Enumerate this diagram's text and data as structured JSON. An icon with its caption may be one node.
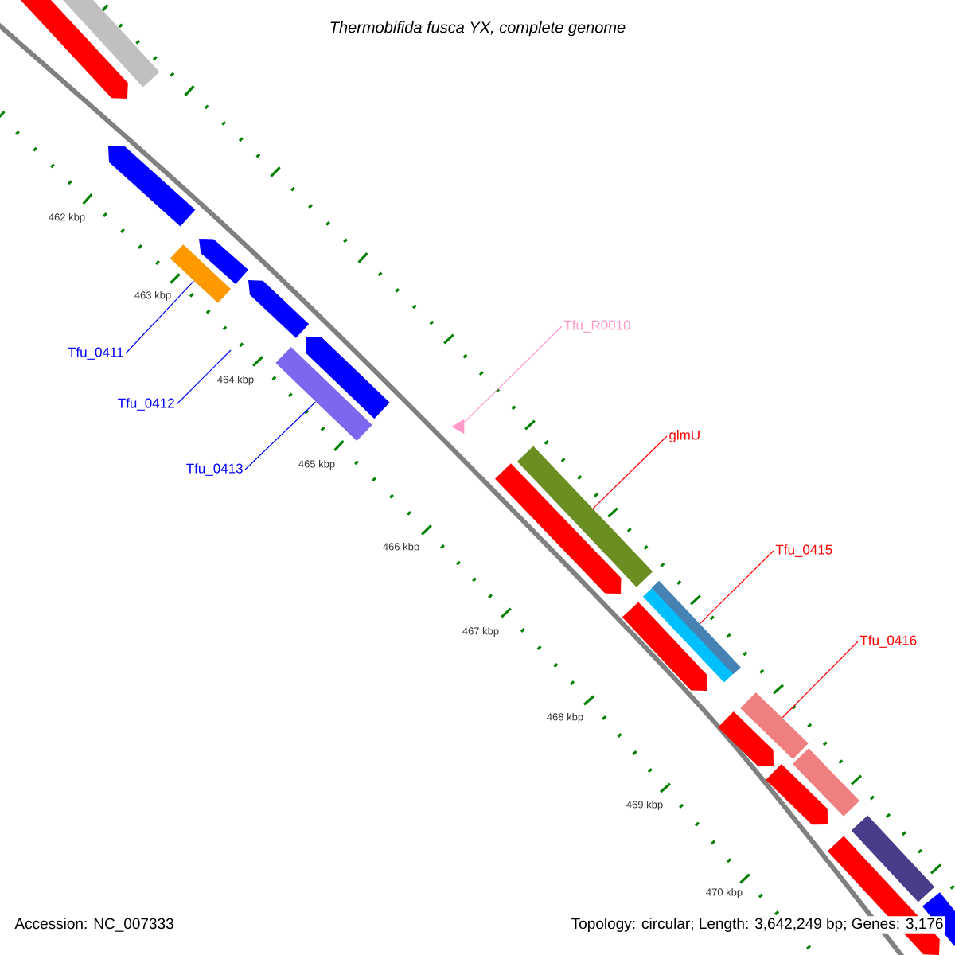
{
  "diagram": {
    "title": "Thermobifida fusca YX, complete genome",
    "nodes": [
      {
        "text": [
          "Tfu_0411"
        ]
      },
      {
        "text": [
          "Tfu_0412"
        ]
      },
      {
        "text": [
          "Tfu_0413"
        ]
      },
      {
        "text": [
          "Tfu_R0010"
        ]
      },
      {
        "text": [
          "glmU"
        ]
      },
      {
        "text": [
          "Tfu_0415"
        ]
      },
      {
        "text": [
          "Tfu_0416"
        ]
      },
      {
        "text": [],
        "shape": "bar"
      },
      {
        "text": [],
        "shape": "bar"
      },
      {
        "text": [],
        "shape": "triangle"
      },
      {
        "text": [],
        "shape": "bar"
      },
      {
        "text": [],
        "shape": "bar"
      },
      {
        "text": [],
        "shape": "bar"
      },
      {
        "text": [],
        "shape": "bar"
      },
      {
        "text": [],
        "shape": "bar"
      },
      {
        "text": [],
        "shape": "bar"
      },
      {
        "text": [],
        "shape": "bar"
      },
      {
        "text": [],
        "shape": "bar"
      },
      {
        "text": [],
        "shape": "bar"
      },
      {
        "text": [],
        "shape": "bar"
      },
      {
        "text": [],
        "shape": "bar"
      },
      {
        "text": [],
        "shape": "bar"
      },
      {
        "text": [],
        "shape": "bar"
      },
      {
        "text": [],
        "shape": "bar"
      },
      {
        "text": [],
        "shape": "bar"
      },
      {
        "text": [],
        "shape": "bar"
      },
      {
        "text": [],
        "shape": "bar"
      }
    ],
    "edges": [
      {
        "from": 0,
        "to": 7,
        "arrow": "none",
        "color": "#0000ff"
      },
      {
        "from": 1,
        "to": null,
        "arrow": "none",
        "color": "#0000ff"
      },
      {
        "from": 2,
        "to": 8,
        "arrow": "none",
        "color": "#0000ff"
      },
      {
        "from": 3,
        "to": 9,
        "arrow": "none",
        "color": "#ff99cc"
      },
      {
        "from": 4,
        "to": 10,
        "arrow": "none",
        "color": "#ff0000"
      },
      {
        "from": 5,
        "to": 11,
        "arrow": "none",
        "color": "#ff0000"
      },
      {
        "from": 6,
        "to": 12,
        "arrow": "none",
        "color": "#ff0000"
      }
    ],
    "labels": [
      "462 kbp",
      "463 kbp",
      "464 kbp",
      "465 kbp",
      "466 kbp",
      "467 kbp",
      "468 kbp",
      "469 kbp",
      "470 kbp",
      "Accession: NC_007333",
      "Topology: circular; Length: 3,642,249 bp; Genes: 3,176"
    ]
  }
}
